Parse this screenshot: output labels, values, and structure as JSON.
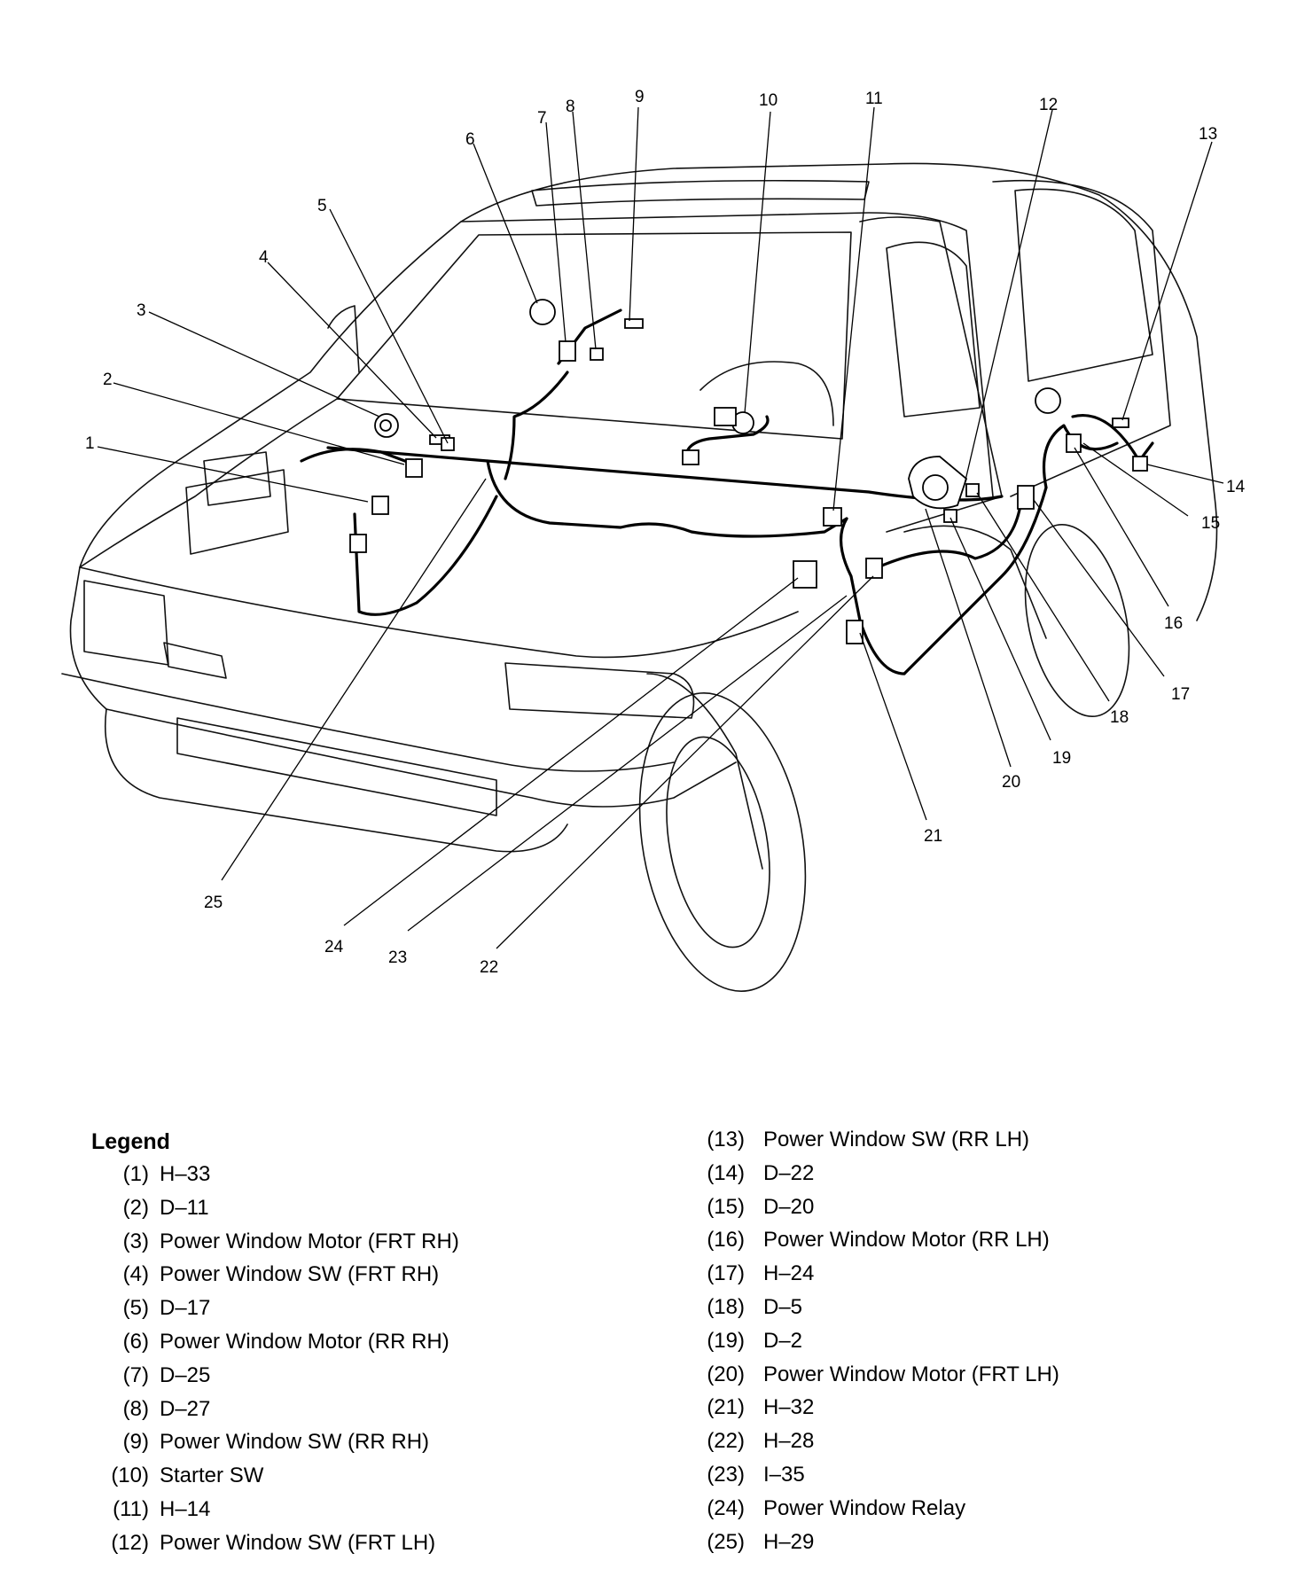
{
  "callouts": [
    "1",
    "2",
    "3",
    "4",
    "5",
    "6",
    "7",
    "8",
    "9",
    "10",
    "11",
    "12",
    "13",
    "14",
    "15",
    "16",
    "17",
    "18",
    "19",
    "20",
    "21",
    "22",
    "23",
    "24",
    "25"
  ],
  "legend": {
    "title": "Legend",
    "items": [
      {
        "num": "(1)",
        "text": "H–33"
      },
      {
        "num": "(2)",
        "text": "D–11"
      },
      {
        "num": "(3)",
        "text": "Power Window Motor (FRT RH)"
      },
      {
        "num": "(4)",
        "text": "Power Window SW (FRT RH)"
      },
      {
        "num": "(5)",
        "text": "D–17"
      },
      {
        "num": "(6)",
        "text": "Power Window Motor (RR RH)"
      },
      {
        "num": "(7)",
        "text": "D–25"
      },
      {
        "num": "(8)",
        "text": "D–27"
      },
      {
        "num": "(9)",
        "text": "Power Window SW (RR RH)"
      },
      {
        "num": "(10)",
        "text": "Starter SW"
      },
      {
        "num": "(11)",
        "text": "H–14"
      },
      {
        "num": "(12)",
        "text": "Power Window SW (FRT LH)"
      },
      {
        "num": "(13)",
        "text": "Power Window SW (RR LH)"
      },
      {
        "num": "(14)",
        "text": "D–22"
      },
      {
        "num": "(15)",
        "text": "D–20"
      },
      {
        "num": "(16)",
        "text": "Power Window Motor (RR LH)"
      },
      {
        "num": "(17)",
        "text": "H–24"
      },
      {
        "num": "(18)",
        "text": "D–5"
      },
      {
        "num": "(19)",
        "text": "D–2"
      },
      {
        "num": "(20)",
        "text": "Power Window Motor (FRT LH)"
      },
      {
        "num": "(21)",
        "text": "H–32"
      },
      {
        "num": "(22)",
        "text": "H–28"
      },
      {
        "num": "(23)",
        "text": "I–35"
      },
      {
        "num": "(24)",
        "text": "Power Window Relay"
      },
      {
        "num": "(25)",
        "text": "H–29"
      }
    ]
  }
}
